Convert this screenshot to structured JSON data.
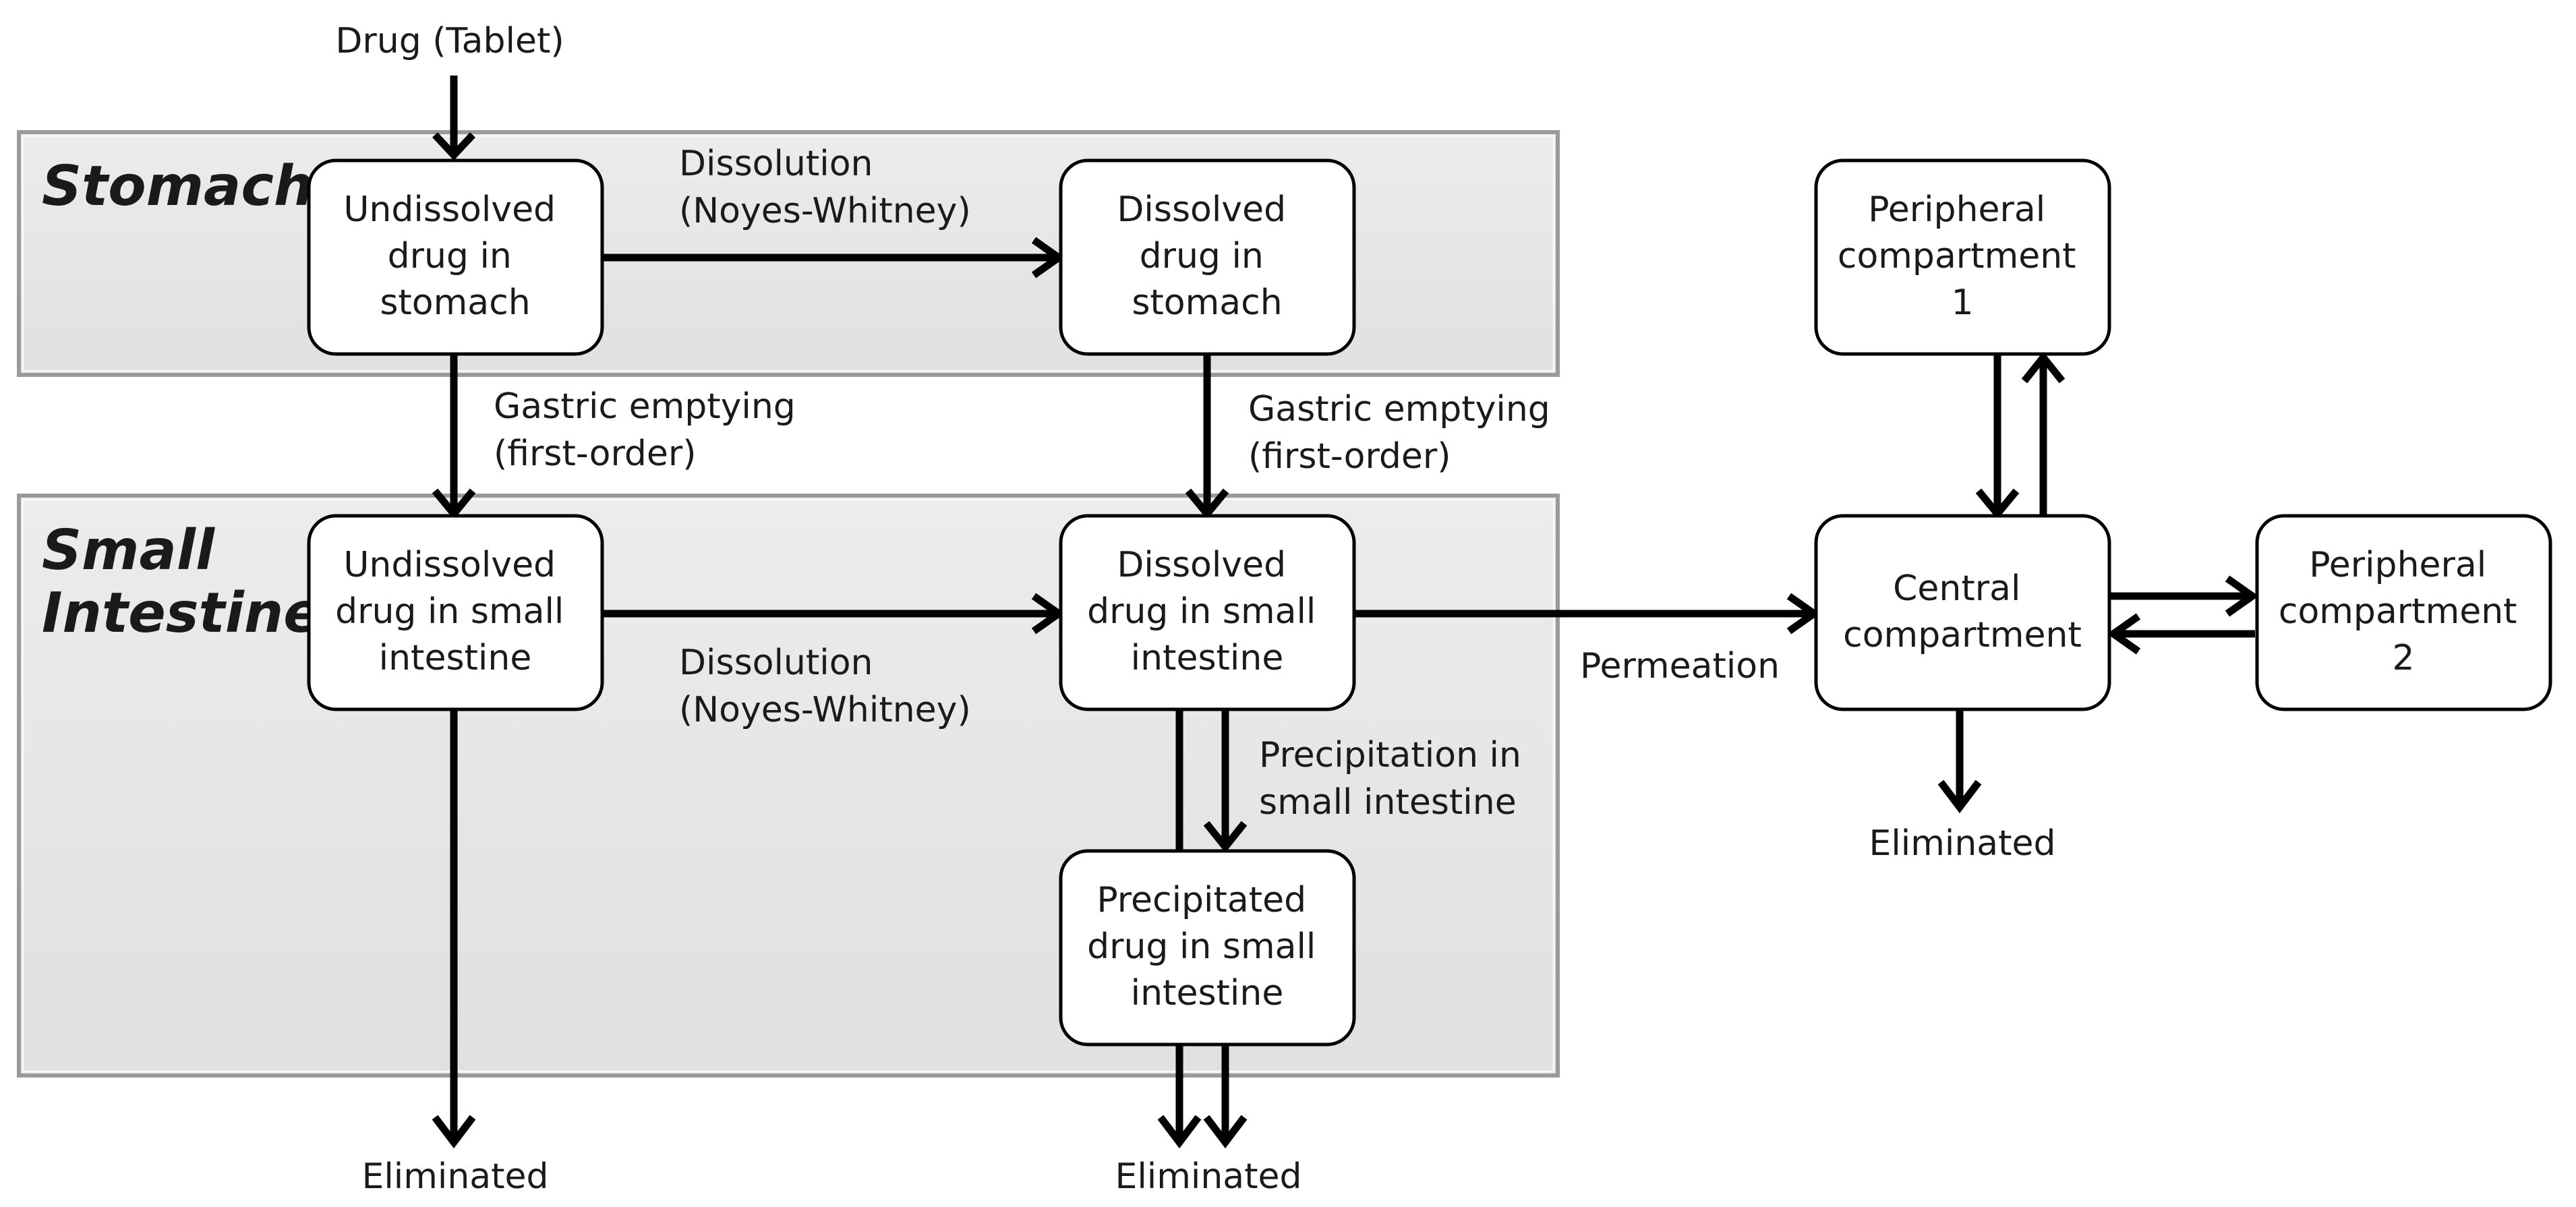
{
  "regions": {
    "stomach": "Stomach",
    "small_intestine": [
      "Small",
      "Intestine"
    ]
  },
  "input": "Drug (Tablet)",
  "nodes": {
    "undissolved_stomach": [
      "Undissolved",
      "drug in",
      "stomach"
    ],
    "dissolved_stomach": [
      "Dissolved",
      "drug in",
      "stomach"
    ],
    "undissolved_si": [
      "Undissolved",
      "drug in small",
      "intestine"
    ],
    "dissolved_si": [
      "Dissolved",
      "drug in small",
      "intestine"
    ],
    "precipitated_si": [
      "Precipitated",
      "drug in small",
      "intestine"
    ],
    "central": [
      "Central",
      "compartment"
    ],
    "peripheral1": [
      "Peripheral",
      "compartment",
      "1"
    ],
    "peripheral2": [
      "Peripheral",
      "compartment",
      "2"
    ]
  },
  "edges": {
    "dissolution_stomach": [
      "Dissolution",
      "(Noyes-Whitney)"
    ],
    "gastric_emptying_undissolved": [
      "Gastric emptying",
      "(first-order)"
    ],
    "gastric_emptying_dissolved": [
      "Gastric emptying",
      "(first-order)"
    ],
    "dissolution_si": [
      "Dissolution",
      "(Noyes-Whitney)"
    ],
    "precipitation": [
      "Precipitation in",
      "small intestine"
    ],
    "permeation": "Permeation"
  },
  "outputs": {
    "eliminated_undissolved": "Eliminated",
    "eliminated_precipitated": "Eliminated",
    "eliminated_central": "Eliminated"
  }
}
